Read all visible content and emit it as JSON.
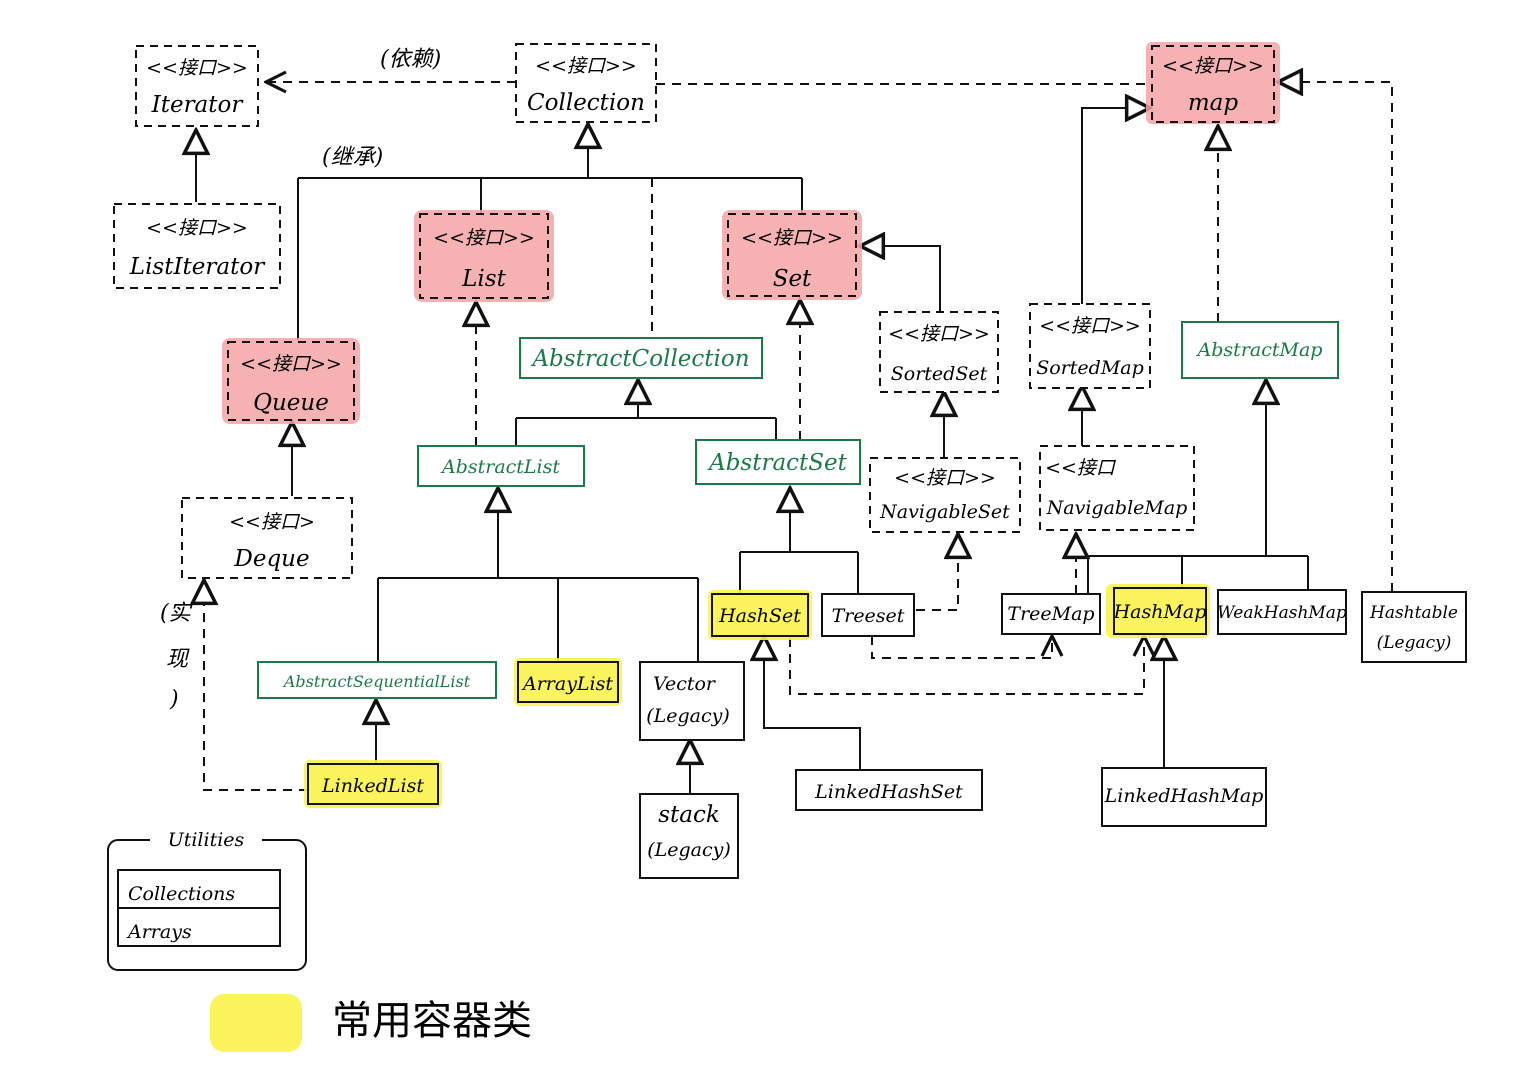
{
  "stereotype": "<<接口>>",
  "nodes": {
    "iterator": "Iterator",
    "collection": "Collection",
    "map": "map",
    "list_iterator": "ListIterator",
    "list": "List",
    "set": "Set",
    "queue": "Queue",
    "abstract_collection": "AbstractCollection",
    "sorted_set": "SortedSet",
    "sorted_map": "SortedMap",
    "abstract_map": "AbstractMap",
    "abstract_list": "AbstractList",
    "abstract_set": "AbstractSet",
    "navigable_set": "NavigableSet",
    "navigable_map": "NavigableMap",
    "deque": "Deque",
    "hash_set": "HashSet",
    "tree_set": "Treeset",
    "tree_map": "TreeMap",
    "hash_map": "HashMap",
    "weak_hash_map": "WeakHashMap",
    "hashtable": "Hashtable",
    "hashtable_sub": "(Legacy)",
    "abstract_sequential_list": "AbstractSequentialList",
    "array_list": "ArrayList",
    "vector": "Vector",
    "vector_sub": "(Legacy)",
    "linked_list": "LinkedList",
    "linked_hash_set": "LinkedHashSet",
    "linked_hash_map": "LinkedHashMap",
    "stack": "stack",
    "stack_sub": "(Legacy)"
  },
  "stereotype_short": {
    "navigable_map": "<<接口",
    "deque": "<<接口>"
  },
  "edge_labels": {
    "depends": "(依赖)",
    "inherits": "(继承)",
    "implements_1": "(实",
    "implements_2": "现",
    "implements_3": ")"
  },
  "utilities": {
    "title": "Utilities",
    "items": [
      "Collections",
      "Arrays"
    ]
  },
  "legend": {
    "text": "常用容器类"
  },
  "colors": {
    "interface_highlight": "#f5a4a4",
    "common_class_highlight": "#fbf34a",
    "abstract_class_green": "#1b7a48"
  }
}
